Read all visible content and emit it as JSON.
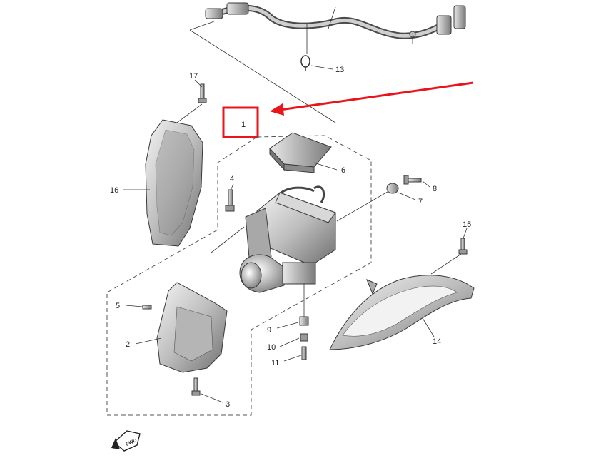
{
  "callouts": {
    "c1": "1",
    "c2": "2",
    "c3": "3",
    "c4": "4",
    "c5": "5",
    "c6": "6",
    "c7": "7",
    "c8": "8",
    "c9": "9",
    "c10": "10",
    "c11": "11",
    "c13": "13",
    "c14": "14",
    "c15": "15",
    "c16": "16",
    "c17": "17"
  },
  "front_badge": "FWD",
  "colors": {
    "highlight": "#e8151b",
    "line": "#333333",
    "part_fill": "#d9d9d9"
  }
}
